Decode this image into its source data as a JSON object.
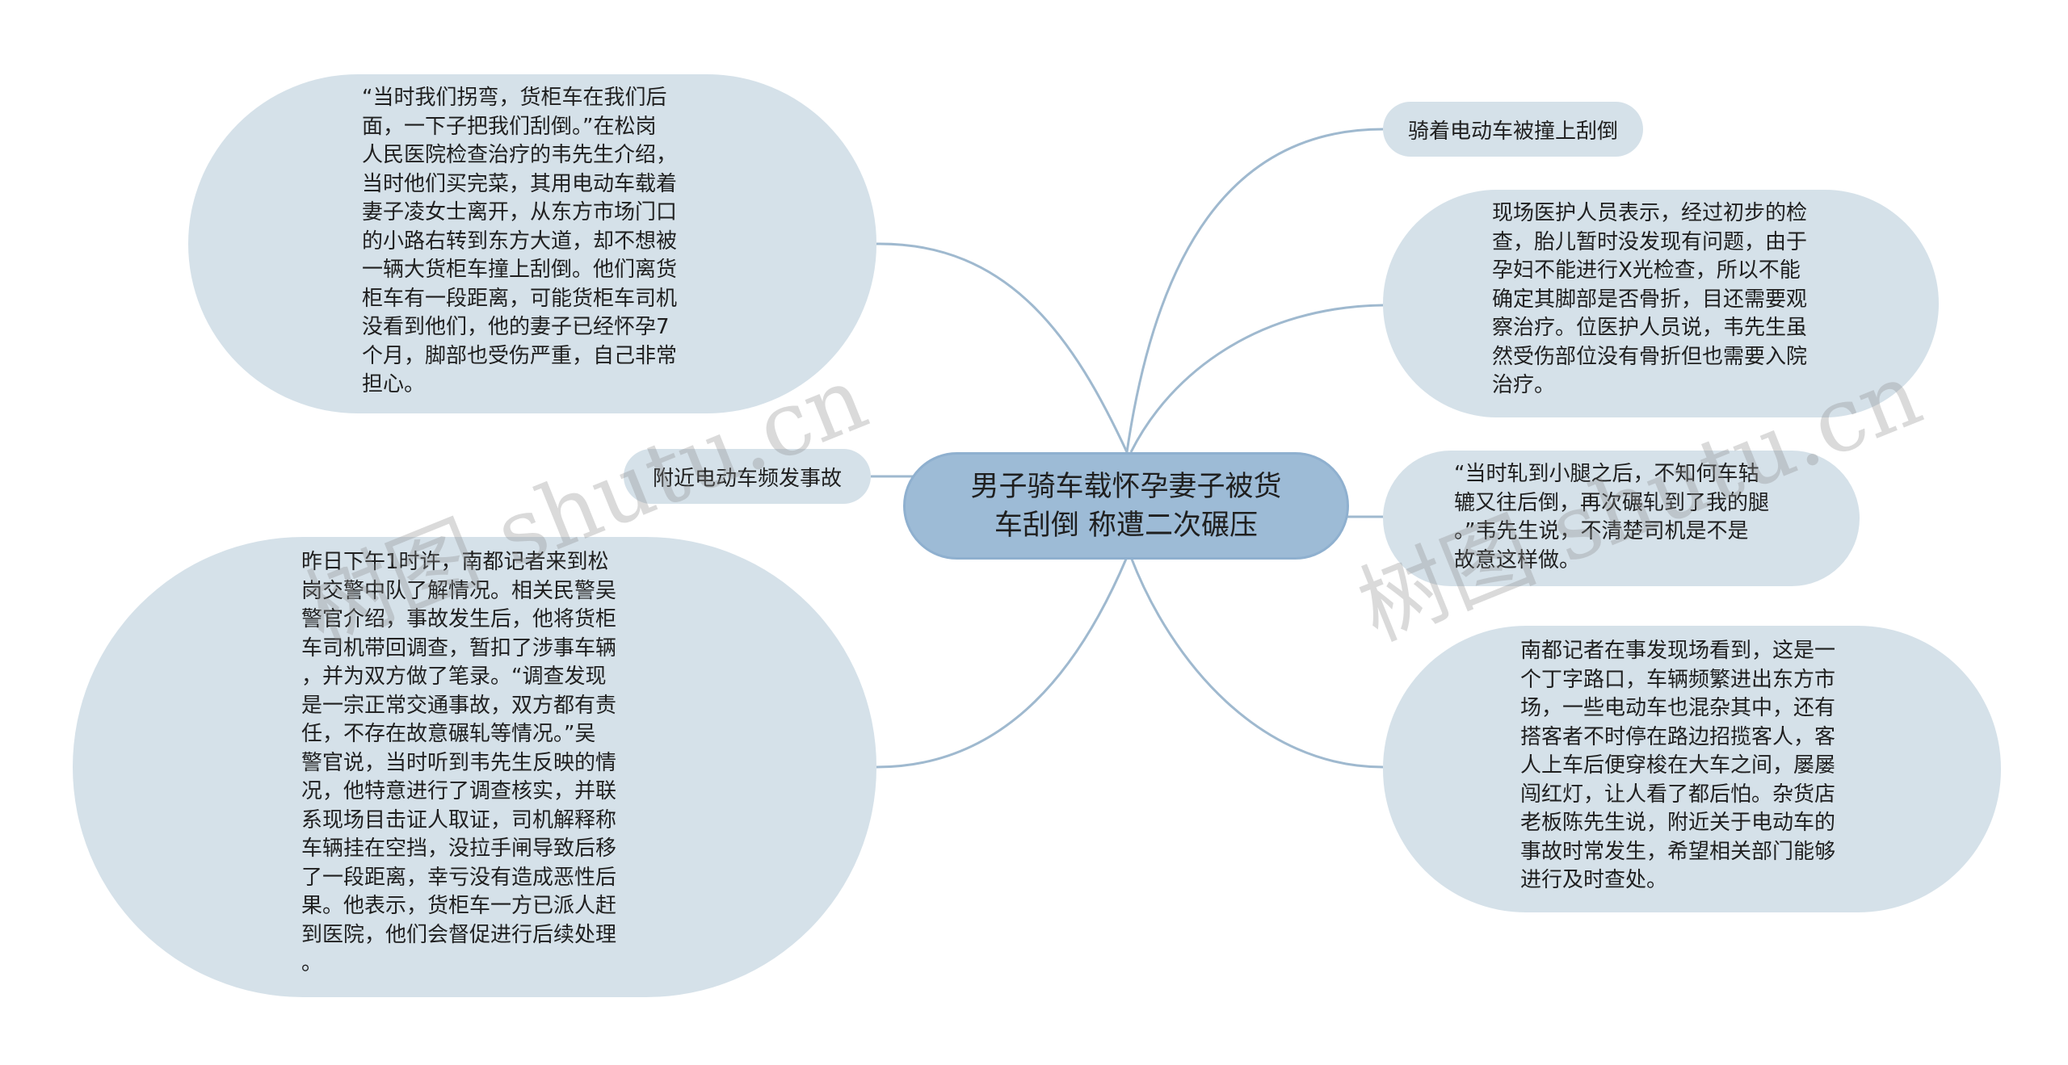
{
  "center": {
    "title": "男子骑车载怀孕妻子被货\n车刮倒 称遭二次碾压"
  },
  "nodes": {
    "top_left": "“当时我们拐弯，货柜车在我们后\n面，一下子把我们刮倒。”在松岗\n人民医院检查治疗的韦先生介绍，\n当时他们买完菜，其用电动车载着\n妻子凌女士离开，从东方市场门口\n的小路右转到东方大道，却不想被\n一辆大货柜车撞上刮倒。他们离货\n柜车有一段距离，可能货柜车司机\n没看到他们，他的妻子已经怀孕7\n个月，脚部也受伤严重，自己非常\n担心。",
    "left_small": "附近电动车频发事故",
    "bottom_left": "昨日下午1时许，南都记者来到松\n岗交警中队了解情况。相关民警吴\n警官介绍，事故发生后，他将货柜\n车司机带回调查，暂扣了涉事车辆\n，并为双方做了笔录。“调查发现\n是一宗正常交通事故，双方都有责\n任，不存在故意碾轧等情况。”吴\n警官说，当时听到韦先生反映的情\n况，他特意进行了调查核实，并联\n系现场目击证人取证，司机解释称\n车辆挂在空挡，没拉手闸导致后移\n了一段距离，幸亏没有造成恶性后\n果。他表示，货柜车一方已派人赶\n到医院，他们会督促进行后续处理\n。",
    "right_top": "骑着电动车被撞上刮倒",
    "right_2": "现场医护人员表示，经过初步的检\n查，胎儿暂时没发现有问题，由于\n孕妇不能进行X光检查，所以不能\n确定其脚部是否骨折，目还需要观\n察治疗。位医护人员说，韦先生虽\n然受伤部位没有骨折但也需要入院\n治疗。",
    "right_3": "“当时轧到小腿之后，不知何车轱\n辘又往后倒，再次碾轧到了我的腿\n。”韦先生说，不清楚司机是不是\n故意这样做。",
    "right_4": "南都记者在事发现场看到，这是一\n个丁字路口，车辆频繁进出东方市\n场，一些电动车也混杂其中，还有\n搭客者不时停在路边招揽客人，客\n人上车后便穿梭在大车之间，屡屡\n闯红灯，让人看了都后怕。杂货店\n老板陈先生说，附近关于电动车的\n事故时常发生，希望相关部门能够\n进行及时查处。"
  },
  "watermarks": [
    "树图 shutu.cn",
    "树图 shutu.cn"
  ],
  "colors": {
    "node_fill": "#d5e1e9",
    "center_fill": "#9dbbd6",
    "link": "#9fb9cf"
  }
}
